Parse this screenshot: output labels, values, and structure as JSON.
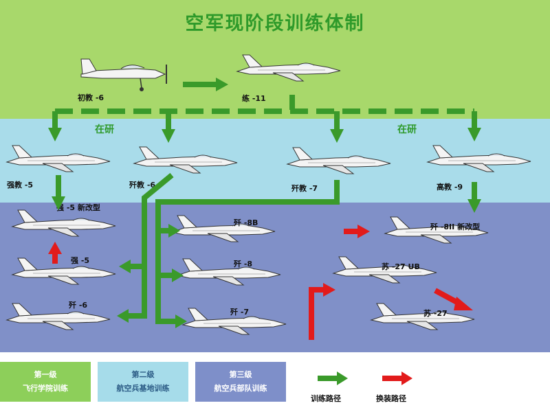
{
  "title": "空军现阶段训练体制",
  "status_labels": [
    "在研",
    "在研"
  ],
  "aircraft": [
    {
      "name": "初教 -6"
    },
    {
      "name": "练 -11"
    },
    {
      "name": "强教 -5"
    },
    {
      "name": "歼教 -6"
    },
    {
      "name": "歼教 -7"
    },
    {
      "name": "高教 -9"
    },
    {
      "name": "强 -5 新改型"
    },
    {
      "name": "强 -5"
    },
    {
      "name": "歼 -6"
    },
    {
      "name": "歼 -8B"
    },
    {
      "name": "歼 -8"
    },
    {
      "name": "歼 -7"
    },
    {
      "name": "歼 -8II 新改型"
    },
    {
      "name": "苏 -27 UB"
    },
    {
      "name": "苏 -27"
    }
  ],
  "legend": {
    "levels": [
      {
        "title": "第一级",
        "subtitle": "飞行学院训练",
        "bg": "#8dcf5a",
        "fg": "#ffffff"
      },
      {
        "title": "第二级",
        "subtitle": "航空兵基地训练",
        "bg": "#a6dcea",
        "fg": "#2c5c86"
      },
      {
        "title": "第三级",
        "subtitle": "航空兵部队训练",
        "bg": "#7e8fc9",
        "fg": "#ffffff"
      }
    ],
    "paths": [
      {
        "label": "训练路径",
        "color": "#3a9a2a"
      },
      {
        "label": "换装路径",
        "color": "#e21b1b"
      }
    ]
  },
  "colors": {
    "level1_band": "#a8d86b",
    "level2_band": "#a9dcea",
    "level3_band": "#8090c8",
    "training_arrow": "#3a9a2a",
    "conversion_arrow": "#e21b1b",
    "title": "#2e9a2a"
  }
}
